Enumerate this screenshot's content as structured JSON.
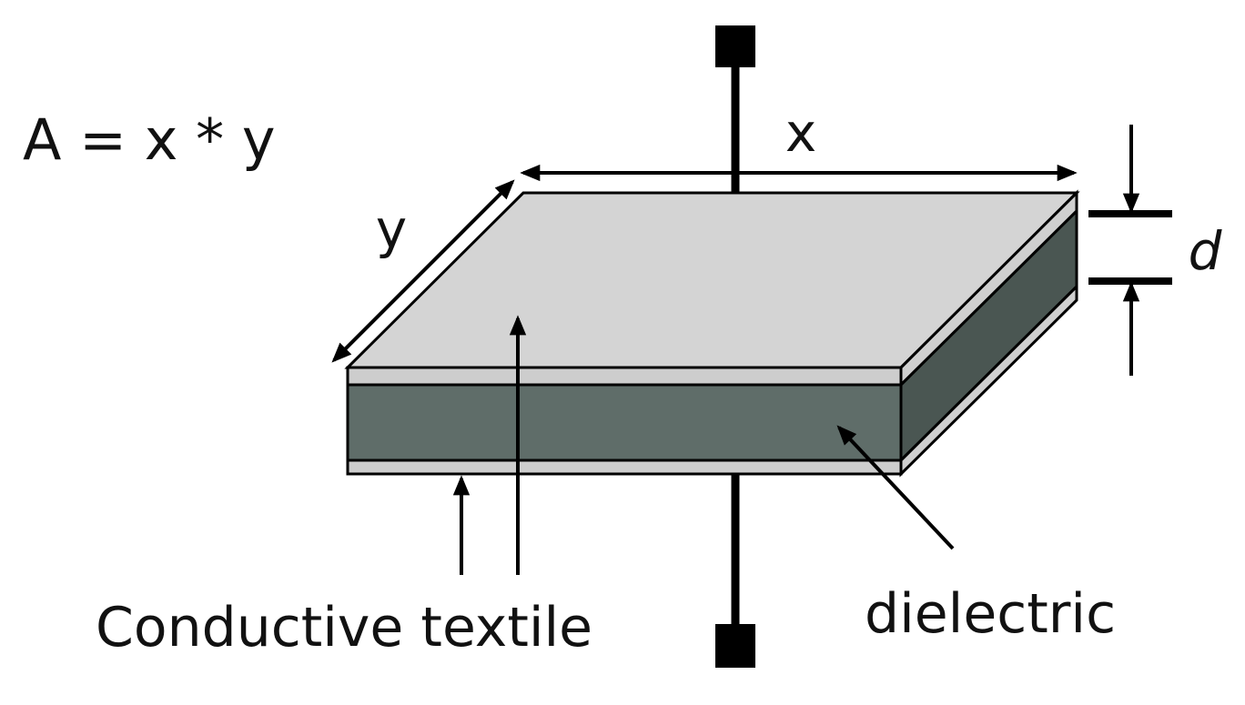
{
  "formula": "A = x * y",
  "dimensions": {
    "x_label": "x",
    "y_label": "y",
    "d_label": "d"
  },
  "labels": {
    "conductive_textile": "Conductive textile",
    "dielectric": "dielectric"
  },
  "colors": {
    "top_face": "#d4d4d4",
    "conductive_layer": "#cdcdcd",
    "dielectric_front": "#5f6d69",
    "dielectric_side": "#4a5652",
    "outline": "#000000"
  }
}
